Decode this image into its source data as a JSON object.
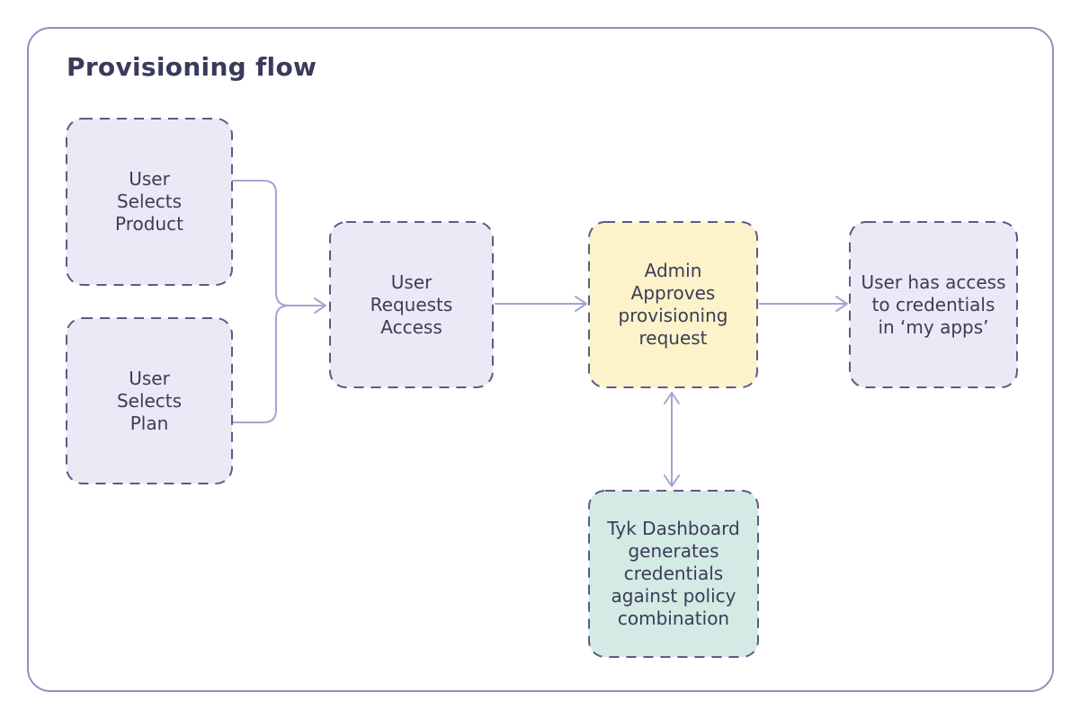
{
  "diagram": {
    "title": "Provisioning flow",
    "colors": {
      "frame_border": "#918fc0",
      "node_border": "#5c5b85",
      "connector": "#a5a4d2",
      "text": "#3c3c55",
      "title_text": "#3a3a5c",
      "lavender_fill": "#eae9f5",
      "yellow_fill": "#fcf3ca",
      "teal_fill": "#d3eae5",
      "background": "#ffffff"
    },
    "nodes": [
      {
        "id": "user-selects-product",
        "fill": "#eae9f5",
        "lines": [
          "User",
          "Selects",
          "Product"
        ]
      },
      {
        "id": "user-selects-plan",
        "fill": "#eae9f5",
        "lines": [
          "User",
          "Selects",
          "Plan"
        ]
      },
      {
        "id": "user-requests-access",
        "fill": "#eae9f5",
        "lines": [
          "User",
          "Requests",
          "Access"
        ]
      },
      {
        "id": "admin-approves-request",
        "fill": "#fcf3ca",
        "lines": [
          "Admin",
          "Approves",
          "provisioning",
          "request"
        ]
      },
      {
        "id": "user-has-access-my-apps",
        "fill": "#eae9f5",
        "lines": [
          "User has access",
          "to credentials",
          "in ‘my apps’"
        ]
      },
      {
        "id": "tyk-dashboard-generates",
        "fill": "#d3eae5",
        "lines": [
          "Tyk Dashboard",
          "generates",
          "credentials",
          "against policy",
          "combination"
        ]
      }
    ],
    "edges": [
      {
        "from": "user-selects-product",
        "to": "user-requests-access",
        "type": "arrow",
        "note": "merges with plan branch"
      },
      {
        "from": "user-selects-plan",
        "to": "user-requests-access",
        "type": "arrow",
        "note": "merges with product branch"
      },
      {
        "from": "user-requests-access",
        "to": "admin-approves-request",
        "type": "arrow"
      },
      {
        "from": "admin-approves-request",
        "to": "user-has-access-my-apps",
        "type": "arrow"
      },
      {
        "from": "admin-approves-request",
        "to": "tyk-dashboard-generates",
        "type": "bidirectional-arrow"
      }
    ]
  }
}
